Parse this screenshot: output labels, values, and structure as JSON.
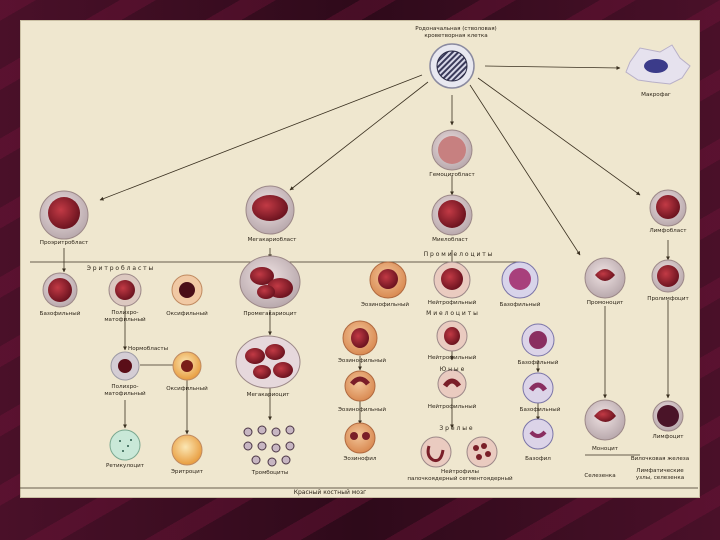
{
  "labels": {
    "stem": "Родоначальная (стволовая)\nкроветворная клетка",
    "macrophage": "Макрофаг",
    "hemocytoblast": "Гемоцитобласт",
    "proerythroblast": "Проэритробласт",
    "megakaryoblast": "Мегакариобласт",
    "myeloblast": "Миелобласт",
    "lymphoblast": "Лимфобласт",
    "erythroblasts_title": "Э р и т р о б л а с т ы",
    "promyelocytes_title": "П р о м и е л о ц и т ы",
    "basophilic_erb": "Базофильный",
    "polychromatophilic_erb": "Полихро-\nматофильный",
    "oxyphilic_erb": "Оксифильный",
    "promegakaryocyte": "Промегакариоцит",
    "eosinophilic_pm": "Эозинофильный",
    "neutrophilic_pm": "Нейтрофильный",
    "basophilic_pm": "Базофильный",
    "promonocyte": "Промоноцит",
    "prolymphocyte": "Пролимфоцит",
    "myelocytes_title": "М и е л о ц и т ы",
    "normoblasts": "Нормобласты",
    "polychromatophilic_nb": "Полихро-\nматофильный",
    "oxyphilic_nb": "Оксифильный",
    "megakaryocyte": "Мегакариоцит",
    "eosinophilic_my": "Эозинофильный",
    "neutrophilic_my": "Нейтрофильный",
    "basophilic_my": "Базофильный",
    "metamyelocytes_title": "Ю н ы е",
    "eosinophilic_mm": "Эозинофильный",
    "neutrophilic_mm": "Нейтрофильный",
    "basophilic_mm": "Базофильный",
    "segmented_title": "З р е л ы е",
    "reticulocyte": "Ретикулоцит",
    "erythrocyte": "Эритроцит",
    "platelets": "Тромбоциты",
    "eosinophil": "Эозинофил",
    "neutrophils": "Нейтрофилы",
    "neutro_band_seg": "палочкоядерный   сегментоядерный",
    "basophil": "Базофил",
    "monocyte": "Моноцит",
    "lymphocyte": "Лимфоцит",
    "lymph_tissues": "Лимфатические\nузлы, селезенка",
    "spleen": "Селезенка",
    "thymus": "Вилочковая железа",
    "bone_marrow": "Красный костный мозг"
  },
  "colors": {
    "panel": "#efe7cf",
    "cell_nucleus": "#8e1e2a",
    "cell_cyto": "#d9c8c8",
    "arrow": "#3a3020"
  }
}
